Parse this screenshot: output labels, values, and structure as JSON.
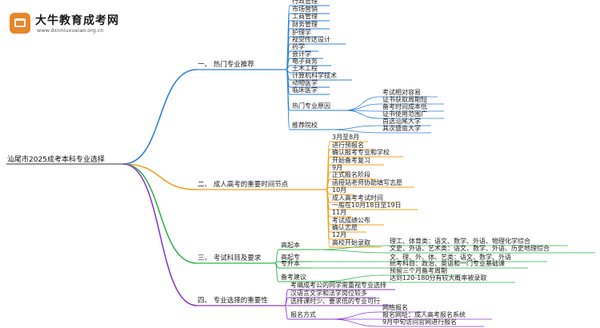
{
  "logo": {
    "title": "大牛教育成考网",
    "url": "www.dxnniuxueiao.org.cn"
  },
  "colors": {
    "blue": "#2f7fd6",
    "orange": "#f0a021",
    "green": "#2db34a",
    "purple": "#8a3ccf"
  },
  "root": "汕尾市2025成考本科专业选择",
  "sections": [
    {
      "label": "一、 热门专业推荐",
      "color": "#2f7fd6",
      "children": [
        {
          "label": "行政管理"
        },
        {
          "label": "市场营销"
        },
        {
          "label": "工商管理"
        },
        {
          "label": "财务管理"
        },
        {
          "label": "护理学"
        },
        {
          "label": "视觉传达设计"
        },
        {
          "label": "药学"
        },
        {
          "label": "会计学"
        },
        {
          "label": "电子商务"
        },
        {
          "label": "土木工程"
        },
        {
          "label": "计算机科学技术"
        },
        {
          "label": "动物医学"
        },
        {
          "label": "临床医学"
        },
        {
          "label": "热门专业原因",
          "children": [
            {
              "label": "考试相对容易"
            },
            {
              "label": "证书获取周期短"
            },
            {
              "label": "备考时间成本低"
            },
            {
              "label": "证书使用范围广"
            }
          ]
        },
        {
          "label": "推荐院校",
          "children": [
            {
              "label": "首选汕尾大学"
            },
            {
              "label": "其次暨南大学"
            }
          ]
        }
      ]
    },
    {
      "label": "二、 成人高考的重要时间节点",
      "color": "#f0a021",
      "children": [
        {
          "label": "3月至8月"
        },
        {
          "label": "进行预报名"
        },
        {
          "label": "确认报考专业和学校"
        },
        {
          "label": "开始备考复习"
        },
        {
          "label": "9月"
        },
        {
          "label": "正式报名阶段"
        },
        {
          "label": "函授站老师协助填写志愿"
        },
        {
          "label": "10月"
        },
        {
          "label": "成人高考考试时间"
        },
        {
          "label": "一般在10月18日至19日"
        },
        {
          "label": "11月"
        },
        {
          "label": "考试成绩公布"
        },
        {
          "label": "确认志愿"
        },
        {
          "label": "12月"
        },
        {
          "label": "高校开始录取"
        }
      ]
    },
    {
      "label": "三、 考试科目及要求",
      "color": "#2db34a",
      "children": [
        {
          "label": "高起本",
          "children": [
            {
              "label": "理工、体育类：语文、数学、外语、物理化学综合"
            },
            {
              "label": "文史、外语、艺术类：语文、数学、外语、历史地理综合"
            }
          ]
        },
        {
          "label": "高起专",
          "children": [
            {
              "label": "文、理、外、体、艺类：语文、数学、外语"
            }
          ]
        },
        {
          "label": "专升本",
          "children": [
            {
              "label": "统考科目：政治、英语和一门专业基础课"
            }
          ]
        },
        {
          "label": "备考建议",
          "children": [
            {
              "label": "预留三个月备考周期"
            },
            {
              "label": "达到120-180分有较大概率被录取"
            }
          ]
        }
      ]
    },
    {
      "label": "四、 专业选择的重要性",
      "color": "#8a3ccf",
      "children": [
        {
          "label": "考编成考公的同学需重视专业选择"
        },
        {
          "label": "汉语言文学和法学岗位较多"
        },
        {
          "label": "选择课时少、要求低的专业可行"
        },
        {
          "label": "报名方式",
          "children": [
            {
              "label": "网络报名"
            },
            {
              "label": "报名网址：成人高考报名系统"
            },
            {
              "label": "9月中旬访问官网进行报名"
            }
          ]
        }
      ]
    }
  ]
}
